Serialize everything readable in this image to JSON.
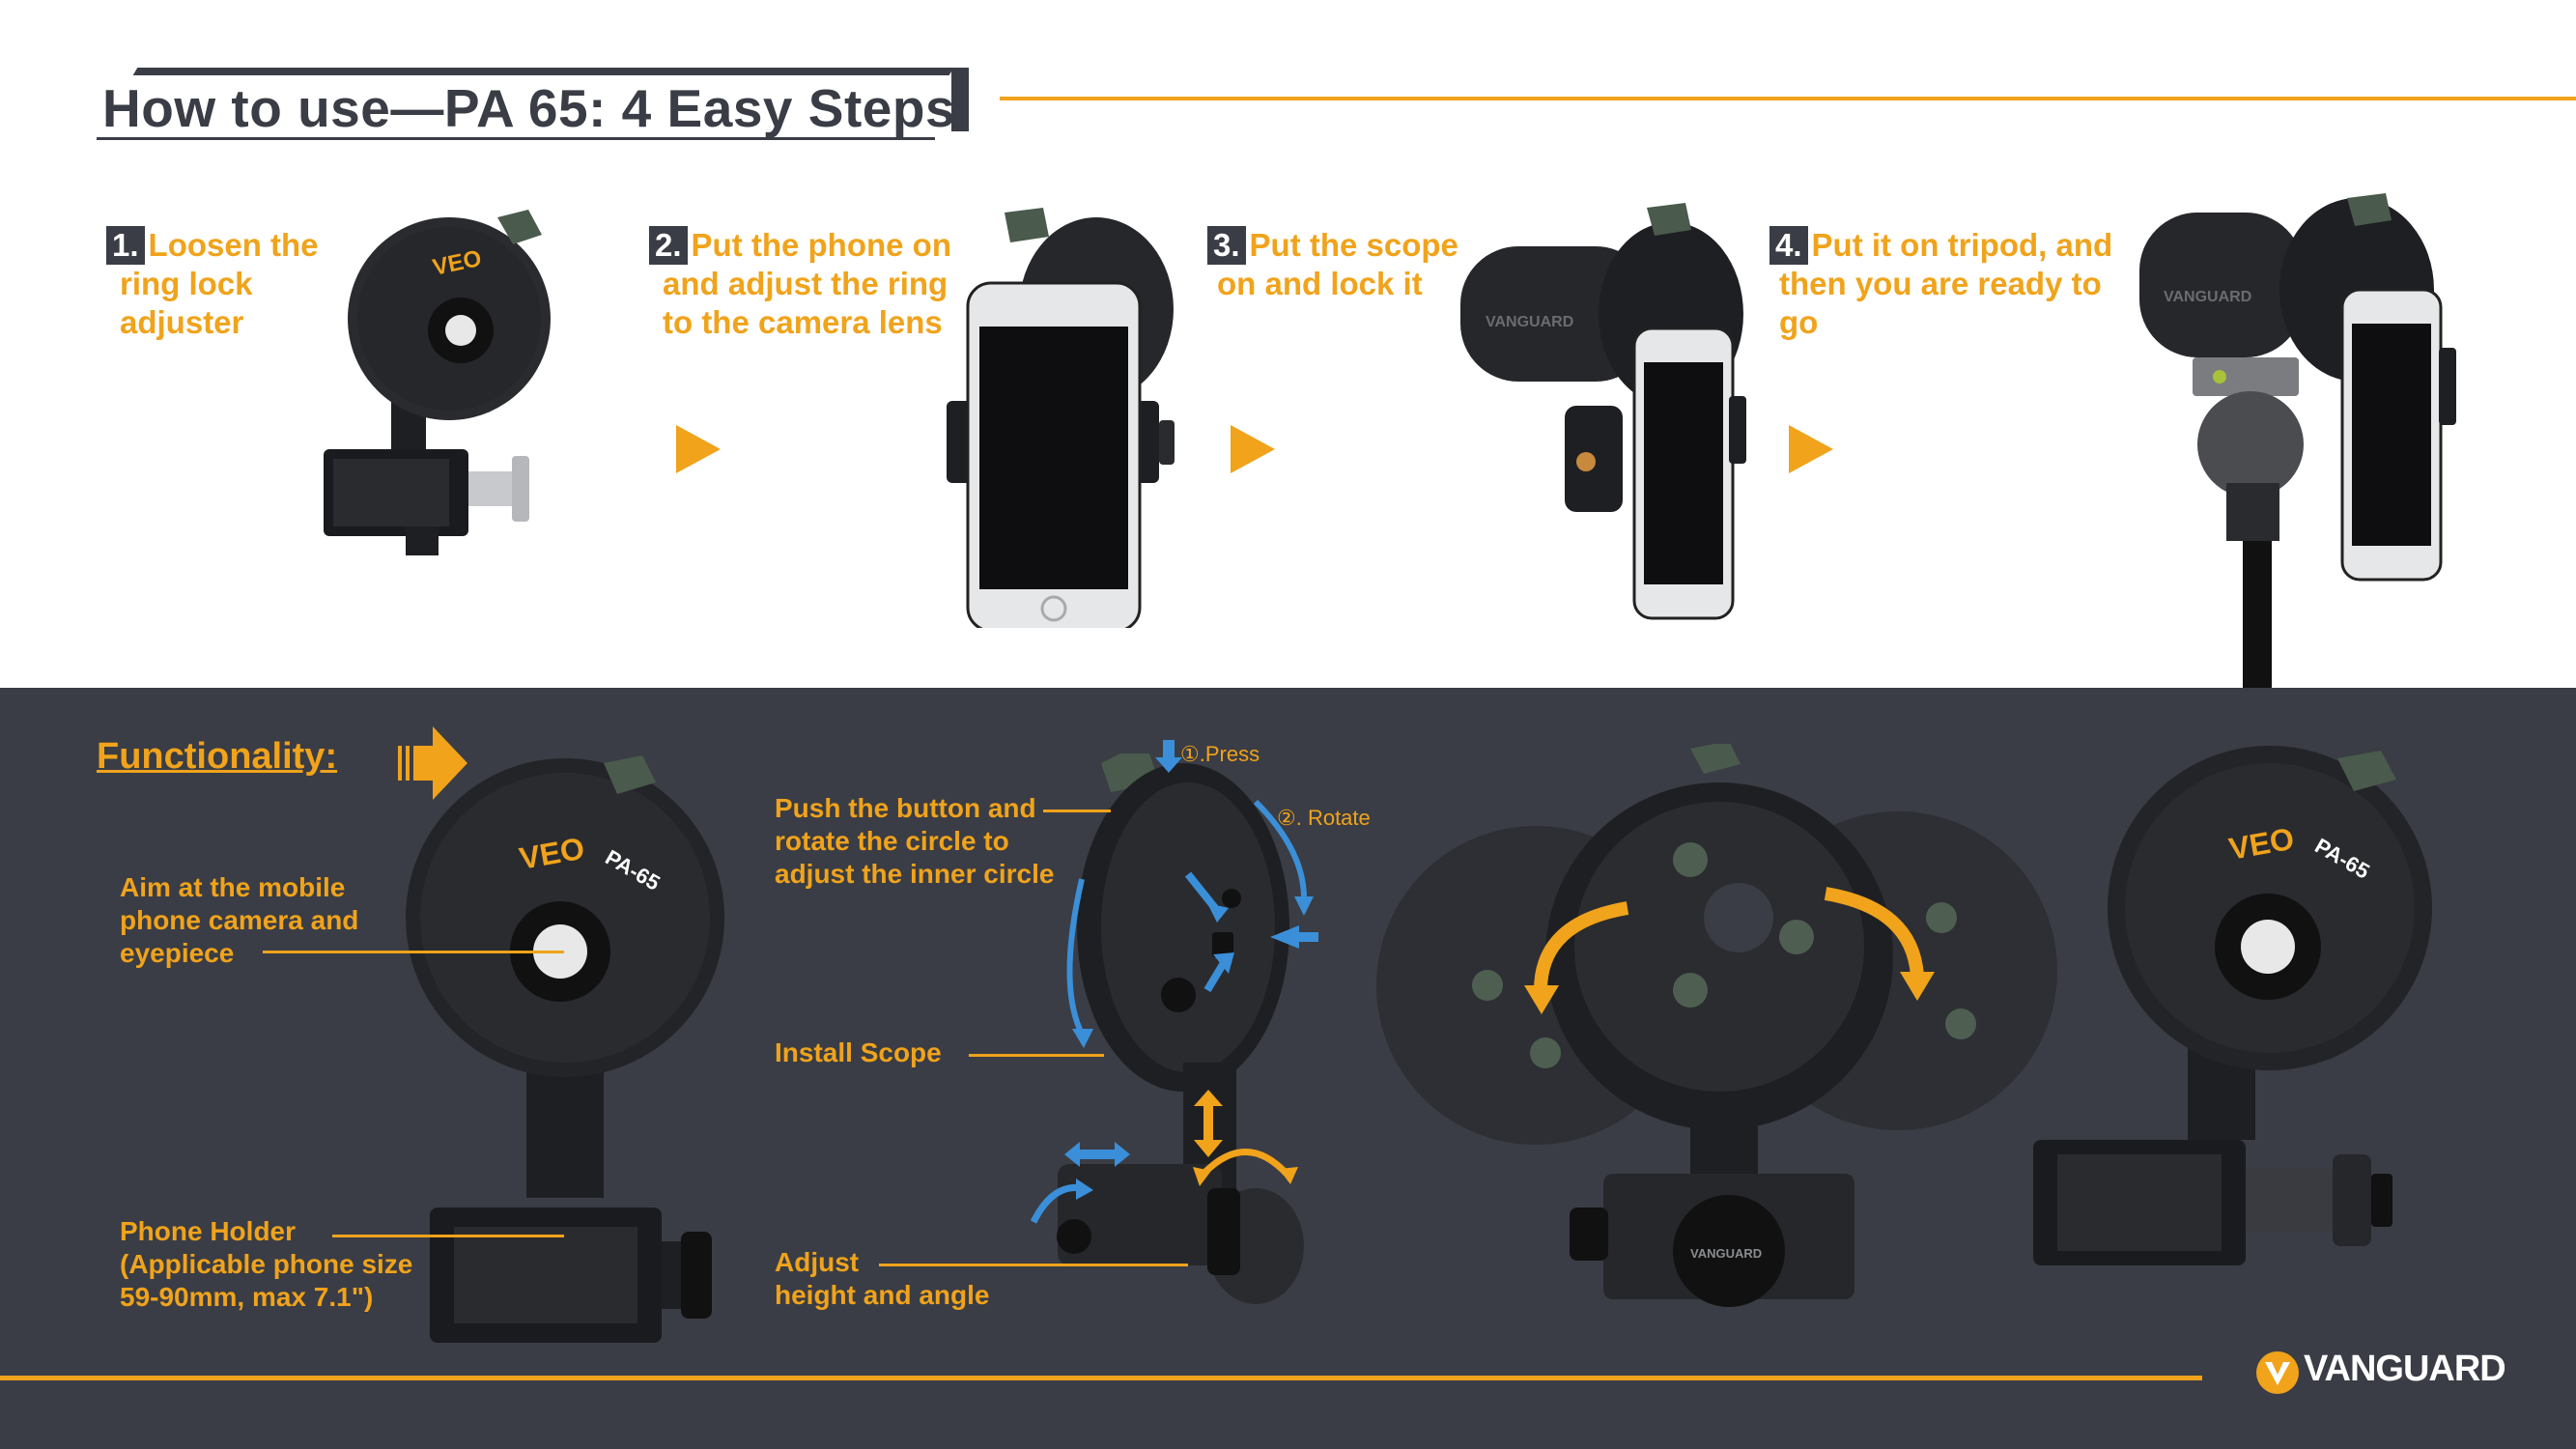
{
  "header": {
    "title": "How to use—PA 65: 4 Easy Steps"
  },
  "steps": [
    {
      "number": "1.",
      "lines": [
        "Loosen the",
        "ring lock",
        "adjuster"
      ]
    },
    {
      "number": "2.",
      "lines": [
        "Put the phone on",
        "and adjust the ring",
        "to the camera lens"
      ]
    },
    {
      "number": "3.",
      "lines": [
        "Put the scope",
        "on and lock it"
      ]
    },
    {
      "number": "4.",
      "lines": [
        "Put it on tripod, and",
        "then you are ready to",
        "go"
      ]
    }
  ],
  "functionality": {
    "title": "Functionality:",
    "callouts": {
      "aim": [
        "Aim at the mobile",
        "phone camera and",
        "eyepiece"
      ],
      "holder": [
        "Phone Holder",
        "(Applicable phone size",
        "59-90mm, max 7.1\")"
      ],
      "push": [
        "Push the button and",
        "rotate the circle to",
        "adjust the inner circle"
      ],
      "scope": [
        "Install Scope"
      ],
      "adjust": [
        "Adjust",
        "height and angle"
      ]
    },
    "press_label": "①.Press",
    "rotate_label": "②. Rotate"
  },
  "device_marks": {
    "model": "PA-65",
    "brand_mark": "VEO",
    "scope_brand": "VANGUARD"
  },
  "footer": {
    "brand": "VANGUARD"
  },
  "colors": {
    "accent": "#f0a31b",
    "dark": "#3a3d45",
    "blue_arrow": "#3a8fd8",
    "device": "#1e1f22"
  }
}
